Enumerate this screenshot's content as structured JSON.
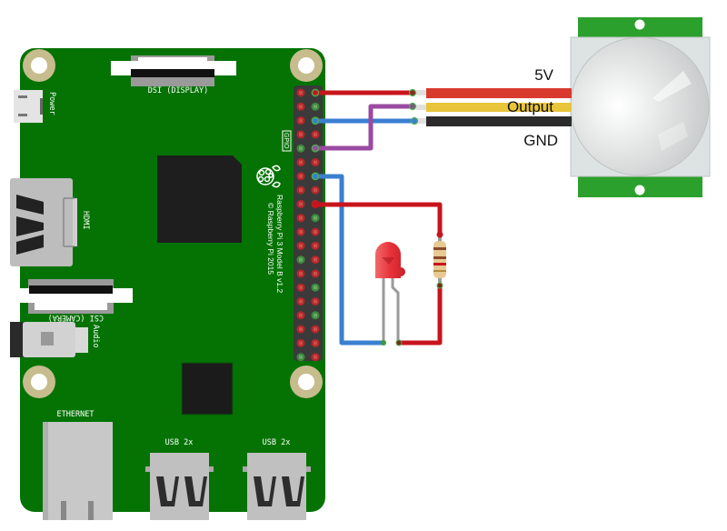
{
  "diagram": {
    "title": "Raspberry Pi 3 PIR motion sensor with LED circuit",
    "colors": {
      "pcb_green": "#047304",
      "mount_hole": "#c7bc8e",
      "chip": "#1e1e1e",
      "header": "#3a3a3a",
      "pin_red": "#b8262a",
      "pin_green": "#3c8a3c",
      "wire_red": "#c8141c",
      "wire_blue": "#3a7fd0",
      "wire_purple": "#9a4aa0",
      "sensor_pcb": "#2ca02c",
      "sensor_body": "#dde2e2",
      "lead_red": "#d93a2e",
      "lead_yellow": "#e8c53a",
      "lead_black": "#2b2b2b",
      "led": "#e8323a"
    },
    "board": {
      "name": "Raspberry Pi 3 Model B v1.2",
      "copyright": "© Raspberry Pi 2015",
      "labels": {
        "dsi": "DSI (DISPLAY)",
        "csi": "CSI (CAMERA)",
        "power": "Power",
        "hdmi": "HDMI",
        "audio": "Audio",
        "ethernet": "ETHERNET",
        "usb1": "USB 2x",
        "usb2": "USB 2x",
        "gpio": "GPIO"
      },
      "gpio_rows": [
        [
          "red",
          "green"
        ],
        [
          "red",
          "green"
        ],
        [
          "red",
          "green"
        ],
        [
          "red",
          "red"
        ],
        [
          "green",
          "green"
        ],
        [
          "red",
          "red"
        ],
        [
          "red",
          "green"
        ],
        [
          "red",
          "red"
        ],
        [
          "red",
          "red"
        ],
        [
          "red",
          "green"
        ],
        [
          "red",
          "red"
        ],
        [
          "red",
          "red"
        ],
        [
          "green",
          "red"
        ],
        [
          "red",
          "red"
        ],
        [
          "red",
          "green"
        ],
        [
          "red",
          "red"
        ],
        [
          "red",
          "green"
        ],
        [
          "red",
          "red"
        ],
        [
          "red",
          "red"
        ],
        [
          "green",
          "red"
        ]
      ]
    },
    "sensor": {
      "name": "PIR motion sensor",
      "pins": [
        {
          "label": "5V",
          "lead": "red"
        },
        {
          "label": "Output",
          "lead": "yellow"
        },
        {
          "label": "GND",
          "lead": "black"
        }
      ]
    },
    "components": {
      "led": "Red LED",
      "resistor": "Resistor"
    },
    "wires": [
      {
        "name": "5v-wire",
        "color": "red",
        "from": "GPIO pin 2 (5V)",
        "to": "PIR 5V"
      },
      {
        "name": "output-wire",
        "color": "purple",
        "from": "GPIO pin 10",
        "to": "PIR Output"
      },
      {
        "name": "gnd-wire",
        "color": "blue",
        "from": "GPIO pin 6 (GND)",
        "to": "PIR GND"
      },
      {
        "name": "led-gnd-wire",
        "color": "blue",
        "from": "GPIO pin 14 (GND)",
        "to": "LED cathode"
      },
      {
        "name": "led-signal-wire",
        "color": "red",
        "from": "GPIO pin 18",
        "to": "Resistor"
      }
    ]
  }
}
